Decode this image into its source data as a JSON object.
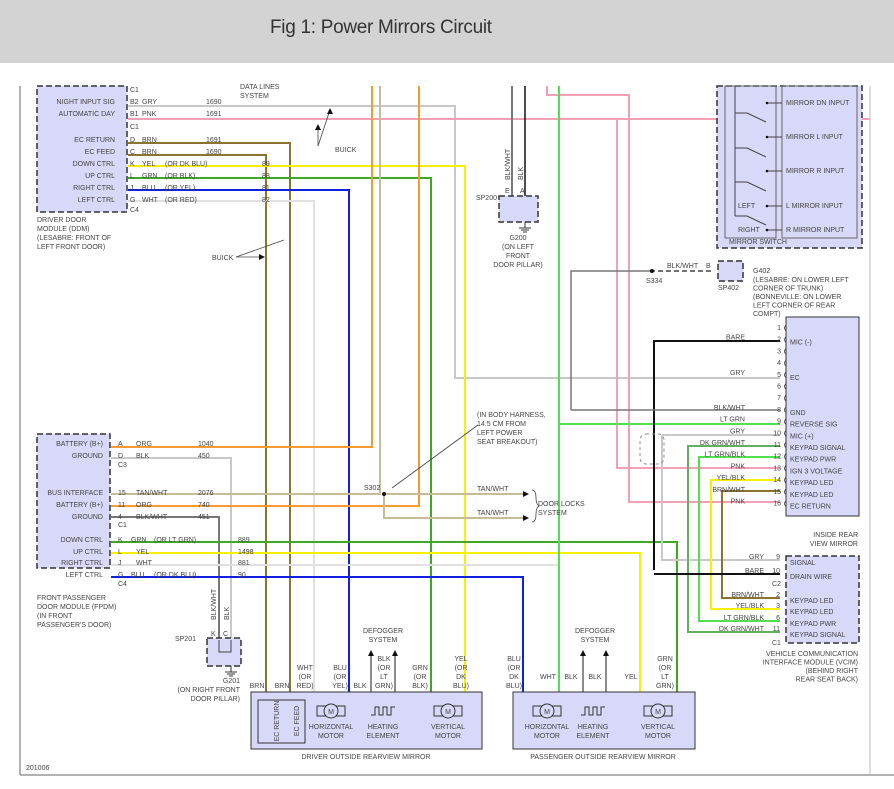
{
  "header": {
    "title": "Fig 1: Power Mirrors Circuit"
  },
  "colors": {
    "gry": "#c8c8c8",
    "pnk": "#f4a0b4",
    "brn": "#8b7330",
    "yel": "#f8f000",
    "grn": "#3aaa20",
    "ltgrn": "#50e050",
    "blu": "#1020e0",
    "wht": "#e0e0e0",
    "org": "#f89a30",
    "blk": "#111111",
    "tan": "#c8bc98",
    "blkwht": "#777777",
    "dkgrnwht": "#60b060",
    "module_fill": "#d8d8f8"
  },
  "ddm": {
    "name": [
      "DRIVER DOOR",
      "MODULE (DDM)",
      "(LESABRE: FRONT OF",
      "LEFT FRONT DOOR)"
    ],
    "top_label": [
      "DATA LINES",
      "SYSTEM"
    ],
    "pins": [
      {
        "label": "NIGHT INPUT SIG",
        "pin": "B2",
        "color": "GRY",
        "alt": "",
        "circuit": "1690"
      },
      {
        "label": "AUTOMATIC DAY",
        "pin": "B1",
        "color": "PNK",
        "alt": "",
        "circuit": "1691"
      },
      {
        "label": "EC RETURN",
        "pin": "D",
        "color": "BRN",
        "alt": "",
        "circuit": "1691"
      },
      {
        "label": "EC FEED",
        "pin": "C",
        "color": "BRN",
        "alt": "",
        "circuit": "1690"
      },
      {
        "label": "DOWN CTRL",
        "pin": "K",
        "color": "YEL",
        "alt": "(OR DK BLU)",
        "circuit": "89"
      },
      {
        "label": "UP CTRL",
        "pin": "L",
        "color": "GRN",
        "alt": "(OR BLK)",
        "circuit": "88"
      },
      {
        "label": "RIGHT CTRL",
        "pin": "J",
        "color": "BLU",
        "alt": "(OR YEL)",
        "circuit": "81"
      },
      {
        "label": "LEFT CTRL",
        "pin": "G",
        "color": "WHT",
        "alt": "(OR RED)",
        "circuit": "82"
      }
    ],
    "connectors": [
      "C1",
      "C1",
      "C4"
    ]
  },
  "buick_label": "BUICK",
  "fpdm": {
    "name": [
      "FRONT PASSENGER",
      "DOOR MODULE (FPDM)",
      "(IN FRONT",
      "PASSENGER'S DOOR)"
    ],
    "pins": [
      {
        "label": "BATTERY (B+)",
        "pin": "A",
        "color": "ORG",
        "alt": "",
        "circuit": "1040"
      },
      {
        "label": "GROUND",
        "pin": "D",
        "color": "BLK",
        "alt": "",
        "circuit": "450"
      },
      {
        "label": "BUS INTERFACE",
        "pin": "15",
        "color": "TAN/WHT",
        "alt": "",
        "circuit": "2076"
      },
      {
        "label": "BATTERY (B+)",
        "pin": "11",
        "color": "ORG",
        "alt": "",
        "circuit": "740"
      },
      {
        "label": "GROUND",
        "pin": "4",
        "color": "BLK/WHT",
        "alt": "",
        "circuit": "451"
      },
      {
        "label": "DOWN CTRL",
        "pin": "K",
        "color": "GRN",
        "alt": "(OR LT GRN)",
        "circuit": "889"
      },
      {
        "label": "UP CTRL",
        "pin": "L",
        "color": "YEL",
        "alt": "",
        "circuit": "1498"
      },
      {
        "label": "RIGHT CTRL",
        "pin": "J",
        "color": "WHT",
        "alt": "",
        "circuit": "881"
      },
      {
        "label": "LEFT CTRL",
        "pin": "G",
        "color": "BLU",
        "alt": "(OR DK BLU)",
        "circuit": "90"
      }
    ],
    "connectors": [
      "C3",
      "C1",
      "C4"
    ]
  },
  "sp201": {
    "name": "SP201",
    "pins": [
      "K",
      "C"
    ],
    "wires": [
      "BLK/WHT",
      "BLK"
    ],
    "ground": "G201",
    "location": [
      "(ON RIGHT FRONT",
      "DOOR PILLAR)"
    ]
  },
  "sp200": {
    "name": "SP200",
    "pins": [
      "E",
      "A"
    ],
    "wires": [
      "BLK/WHT",
      "BLK"
    ],
    "ground": "G200",
    "location": [
      "(ON LEFT",
      "FRONT",
      "DOOR PILLAR)"
    ]
  },
  "s302": {
    "name": "S302",
    "note": [
      "(IN BODY HARNESS,",
      "14.5 CM FROM",
      "LEFT POWER",
      "SEAT BREAKOUT)"
    ],
    "wire": "TAN/WHT",
    "target": [
      "DOOR LOCKS",
      "SYSTEM"
    ]
  },
  "s334": {
    "name": "S334",
    "wire": "BLK/WHT",
    "pin": "B"
  },
  "sp402": {
    "name": "SP402",
    "ground": "G402",
    "location": [
      "(LESABRE: ON LOWER LEFT",
      "CORNER OF TRUNK)",
      "(BONNEVILLE: ON LOWER",
      "LEFT CORNER OF REAR",
      "COMPT)"
    ]
  },
  "mirror_switch": {
    "name": "MIRROR SWITCH",
    "inputs": [
      "MIRROR DN INPUT",
      "MIRROR L INPUT",
      "MIRROR R INPUT",
      "L MIRROR INPUT",
      "R MIRROR INPUT"
    ],
    "positions": [
      "LEFT",
      "RIGHT"
    ]
  },
  "inside_mirror": {
    "name": [
      "INSIDE REAR",
      "VIEW MIRROR"
    ],
    "pins": [
      {
        "num": "1",
        "wire": "",
        "label": ""
      },
      {
        "num": "2",
        "wire": "BARE",
        "label": "MIC (-)"
      },
      {
        "num": "3",
        "wire": "",
        "label": ""
      },
      {
        "num": "4",
        "wire": "",
        "label": ""
      },
      {
        "num": "5",
        "wire": "GRY",
        "label": "EC"
      },
      {
        "num": "6",
        "wire": "",
        "label": ""
      },
      {
        "num": "7",
        "wire": "",
        "label": ""
      },
      {
        "num": "8",
        "wire": "BLK/WHT",
        "label": "GND"
      },
      {
        "num": "9",
        "wire": "LT GRN",
        "label": "REVERSE SIG"
      },
      {
        "num": "10",
        "wire": "GRY",
        "label": "MIC (+)"
      },
      {
        "num": "11",
        "wire": "DK GRN/WHT",
        "label": "KEYPAD SIGNAL"
      },
      {
        "num": "12",
        "wire": "LT GRN/BLK",
        "label": "KEYPAD PWR"
      },
      {
        "num": "13",
        "wire": "PNK",
        "label": "IGN 3 VOLTAGE"
      },
      {
        "num": "14",
        "wire": "YEL/BLK",
        "label": "KEYPAD LED"
      },
      {
        "num": "15",
        "wire": "BRN/WHT",
        "label": "KEYPAD LED"
      },
      {
        "num": "16",
        "wire": "PNK",
        "label": "EC RETURN"
      }
    ]
  },
  "vcim": {
    "name": [
      "VEHICLE COMMUNICATION",
      "INTERFACE MODULE (VCIM)",
      "(BEHIND RIGHT",
      "REAR SEAT BACK)"
    ],
    "pins": [
      {
        "num": "9",
        "wire": "GRY",
        "label": "SIGNAL"
      },
      {
        "num": "10",
        "wire": "BARE",
        "label": "DRAIN WIRE"
      },
      {
        "num": "2",
        "wire": "BRN/WHT",
        "label": "KEYPAD LED"
      },
      {
        "num": "3",
        "wire": "YEL/BLK",
        "label": "KEYPAD LED"
      },
      {
        "num": "6",
        "wire": "LT GRN/BLK",
        "label": "KEYPAD PWR"
      },
      {
        "num": "11",
        "wire": "DK GRN/WHT",
        "label": "KEYPAD SIGNAL"
      }
    ],
    "connectors": [
      "C2",
      "C1"
    ]
  },
  "driver_mirror": {
    "name": "DRIVER OUTSIDE REARVIEW MIRROR",
    "ec_labels": [
      "EC RETURN",
      "EC FEED"
    ],
    "wires": [
      [
        "BRN"
      ],
      [
        "BRN"
      ],
      [
        "WHT",
        "(OR",
        "RED)"
      ],
      [
        "BLU",
        "(OR",
        "YEL)"
      ],
      [
        "BLK"
      ],
      [
        "BLK",
        "(OR",
        "LT",
        "GRN)"
      ],
      [
        "GRN",
        "(OR",
        "BLK)"
      ],
      [
        "YEL",
        "(OR",
        "DK",
        "BLU)"
      ]
    ],
    "components": [
      "HORIZONTAL MOTOR",
      "HEATING ELEMENT",
      "VERTICAL MOTOR"
    ],
    "defogger": [
      "DEFOGGER",
      "SYSTEM"
    ]
  },
  "passenger_mirror": {
    "name": "PASSENGER OUTSIDE REARVIEW MIRROR",
    "wires": [
      [
        "BLU",
        "(OR",
        "DK",
        "BLU)"
      ],
      [
        "WHT"
      ],
      [
        "BLK"
      ],
      [
        "BLK"
      ],
      [
        "YEL"
      ],
      [
        "GRN",
        "(OR",
        "LT",
        "GRN)"
      ]
    ],
    "components": [
      "HORIZONTAL MOTOR",
      "HEATING ELEMENT",
      "VERTICAL MOTOR"
    ],
    "defogger": [
      "DEFOGGER",
      "SYSTEM"
    ]
  },
  "motor_symbol": "M",
  "figure_id": "201006"
}
